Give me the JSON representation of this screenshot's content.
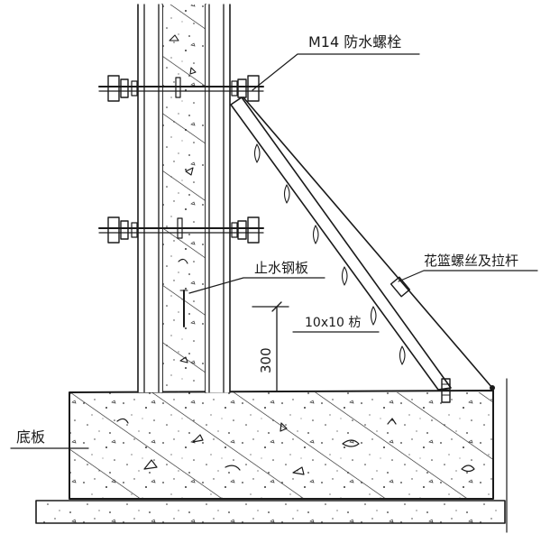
{
  "labels": {
    "bolt": "M14 防水螺栓",
    "waterstop": "止水钢板",
    "timber": "10x10 枋",
    "turnbuckle": "花篮螺丝及拉杆",
    "base_slab": "底板",
    "dimension": "300"
  },
  "colors": {
    "ink": "#1a1a1a",
    "paper": "#ffffff"
  }
}
